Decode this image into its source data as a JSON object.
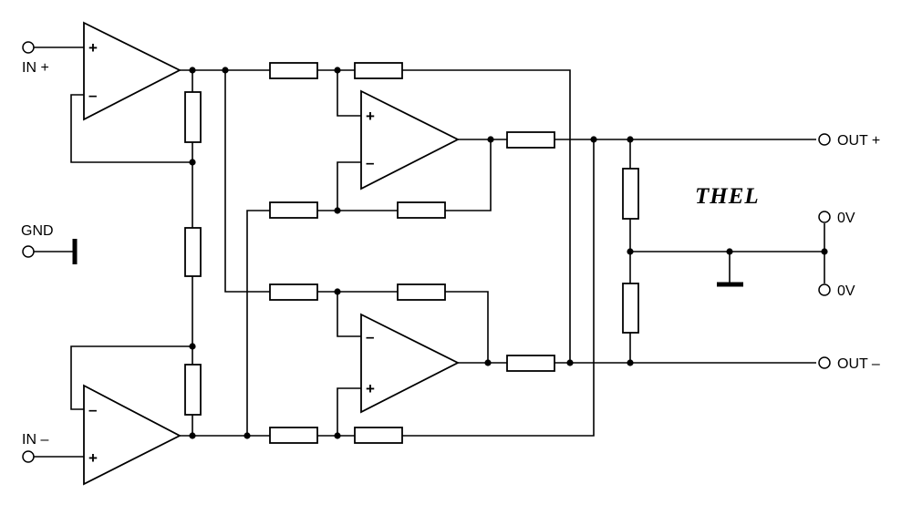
{
  "labels": {
    "in_plus": "IN +",
    "in_minus": "IN –",
    "gnd": "GND",
    "out_plus": "OUT +",
    "out_minus": "OUT –",
    "zero_v_top": "0V",
    "zero_v_bottom": "0V"
  },
  "logo": "THEL",
  "opamp_signs": {
    "plus": "+",
    "minus": "–"
  }
}
